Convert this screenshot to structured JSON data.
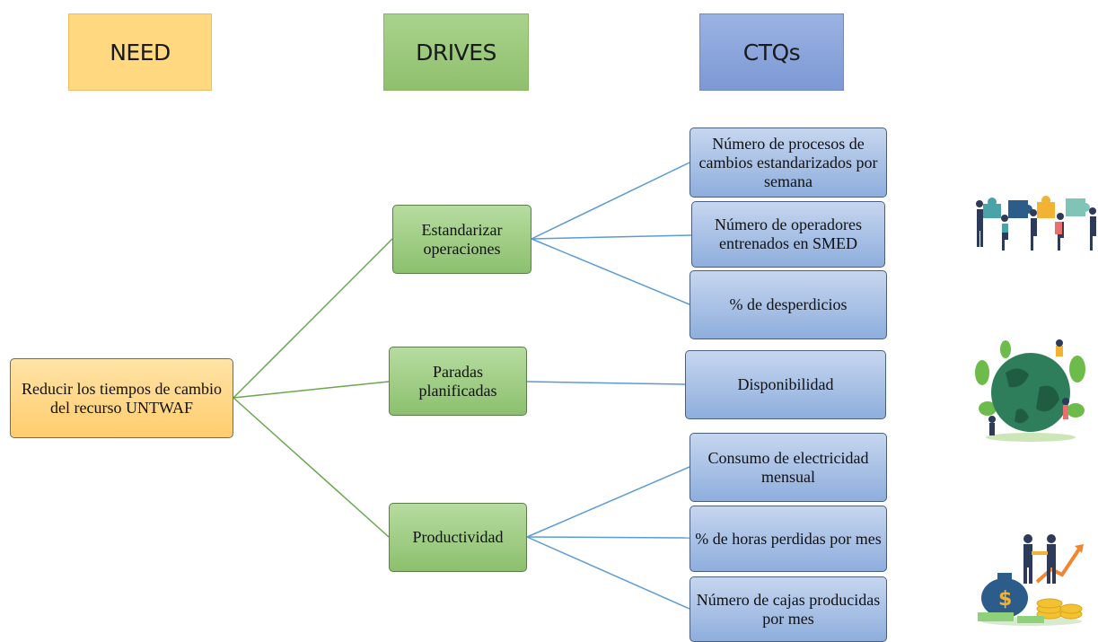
{
  "headers": {
    "need": "NEED",
    "drives": "DRIVES",
    "ctqs": "CTQs"
  },
  "need": "Reducir los tiempos  de cambio del recurso UNTWAF",
  "drives": [
    {
      "label": "Estandarizar operaciones"
    },
    {
      "label": "Paradas planificadas"
    },
    {
      "label": "Productividad"
    }
  ],
  "ctqs": [
    {
      "label": "Número de procesos de cambios estandarizados por semana",
      "drive": 0
    },
    {
      "label": "Número de operadores entrenados en SMED",
      "drive": 0
    },
    {
      "label": "% de desperdicios",
      "drive": 0
    },
    {
      "label": "Disponibilidad",
      "drive": 1
    },
    {
      "label": "Consumo de electricidad mensual",
      "drive": 2
    },
    {
      "label": "% de horas perdidas por mes",
      "drive": 2
    },
    {
      "label": "Número de cajas producidas por mes",
      "drive": 2
    }
  ],
  "colors": {
    "need_to_drive_line": "#6aa84f",
    "drive_to_ctq_line": "#5b9bd5"
  },
  "illustrations": [
    "teamwork-puzzle-icon",
    "globe-ecology-icon",
    "money-growth-icon"
  ]
}
